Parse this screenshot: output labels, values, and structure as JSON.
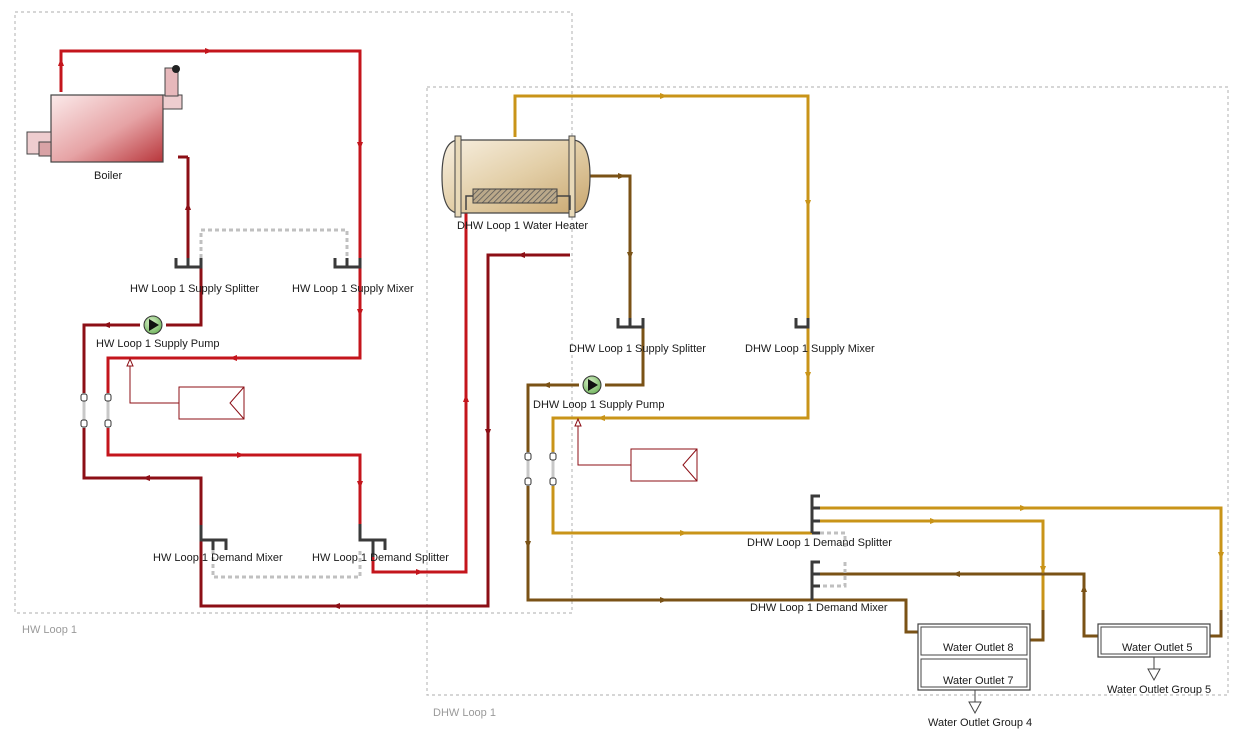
{
  "groups": {
    "hw_loop": "HW Loop 1",
    "dhw_loop": "DHW Loop 1"
  },
  "hw": {
    "boiler": "Boiler",
    "supply_splitter": "HW Loop 1 Supply Splitter",
    "supply_mixer": "HW Loop 1 Supply Mixer",
    "supply_pump": "HW Loop 1 Supply Pump",
    "demand_mixer": "HW Loop 1 Demand Mixer",
    "demand_splitter": "HW Loop 1 Demand Splitter"
  },
  "dhw": {
    "water_heater": "DHW Loop 1 Water Heater",
    "supply_splitter": "DHW Loop 1 Supply Splitter",
    "supply_mixer": "DHW Loop 1 Supply Mixer",
    "supply_pump": "DHW Loop 1 Supply Pump",
    "demand_splitter": "DHW Loop 1 Demand Splitter",
    "demand_mixer": "DHW Loop 1 Demand Mixer"
  },
  "outlets": {
    "outlet_8": "Water Outlet 8",
    "outlet_7": "Water Outlet 7",
    "outlet_5": "Water Outlet 5",
    "group_4": "Water Outlet Group 4",
    "group_5": "Water Outlet Group 5"
  },
  "colors": {
    "hw_supply": "#c4151c",
    "hw_return": "#8c0f16",
    "dhw_supply": "#c99418",
    "dhw_return": "#7a5216"
  }
}
